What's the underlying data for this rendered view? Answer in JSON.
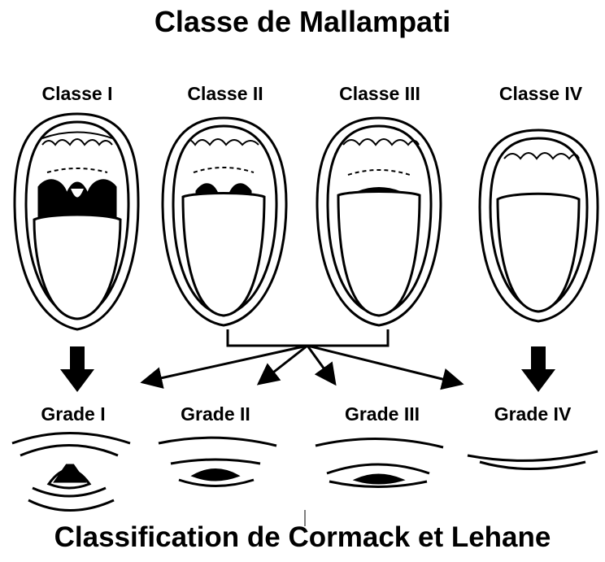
{
  "title": "Classe de Mallampati",
  "subtitle": "Classification de Cormack et Lehane",
  "classes": [
    {
      "label": "Classe I"
    },
    {
      "label": "Classe II"
    },
    {
      "label": "Classe III"
    },
    {
      "label": "Classe IV"
    }
  ],
  "grades": [
    {
      "label": "Grade I"
    },
    {
      "label": "Grade II"
    },
    {
      "label": "Grade III"
    },
    {
      "label": "Grade IV"
    }
  ]
}
